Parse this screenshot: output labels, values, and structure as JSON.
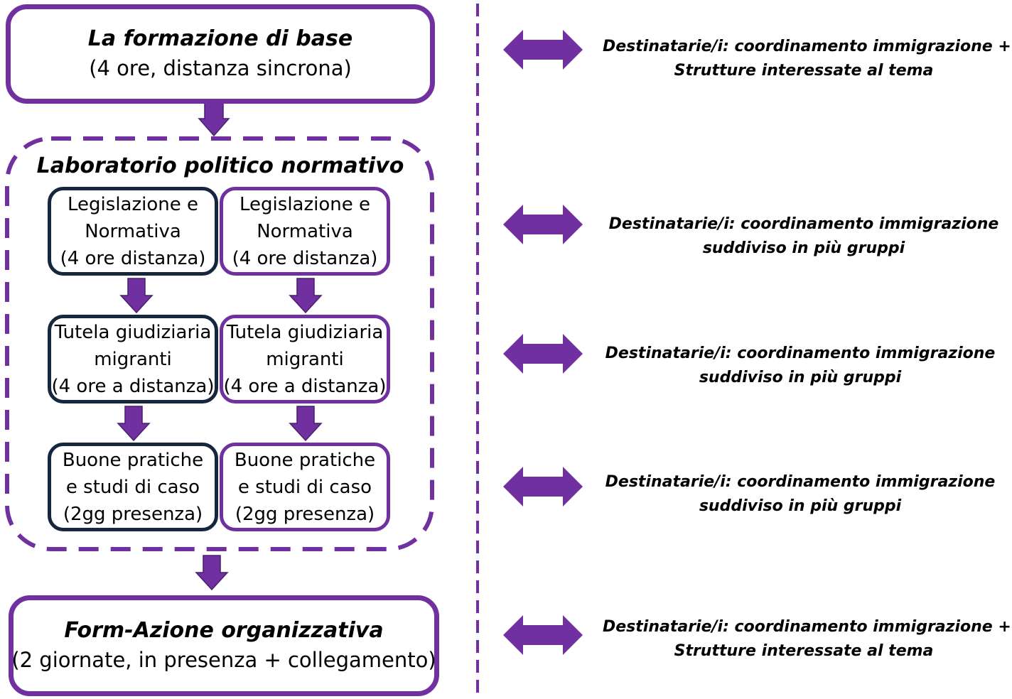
{
  "flow": {
    "base": {
      "title": "La formazione di base",
      "subtitle": "(4 ore, distanza sincrona)"
    },
    "lab": {
      "title": "Laboratorio politico normativo",
      "left_column": [
        {
          "lines": [
            "Legislazione e",
            "Normativa",
            "(4 ore distanza)"
          ]
        },
        {
          "lines": [
            "Tutela giudiziaria",
            "migranti",
            "(4 ore a distanza)"
          ]
        },
        {
          "lines": [
            "Buone pratiche",
            "e studi di caso",
            "(2gg presenza)"
          ]
        }
      ],
      "right_column": [
        {
          "lines": [
            "Legislazione e",
            "Normativa",
            "(4 ore distanza)"
          ]
        },
        {
          "lines": [
            "Tutela giudiziaria",
            "migranti",
            "(4 ore a distanza)"
          ]
        },
        {
          "lines": [
            "Buone pratiche",
            "e studi di caso",
            "(2gg presenza)"
          ]
        }
      ]
    },
    "form_azione": {
      "title": "Form-Azione organizzativa",
      "subtitle": "(2 giornate, in presenza + collegamento)"
    }
  },
  "recipients": [
    {
      "line1": "Destinatarie/i: coordinamento immigrazione +",
      "line2": "Strutture interessate al tema"
    },
    {
      "line1": "Destinatarie/i: coordinamento immigrazione",
      "line2": "suddiviso in più gruppi"
    },
    {
      "line1": "Destinatarie/i: coordinamento immigrazione",
      "line2": "suddiviso in più gruppi"
    },
    {
      "line1": "Destinatarie/i: coordinamento immigrazione",
      "line2": "suddiviso in più gruppi"
    },
    {
      "line1": "Destinatarie/i: coordinamento immigrazione +",
      "line2": "Strutture interessate al tema"
    }
  ],
  "colors": {
    "accent": "#7030a0",
    "navy": "#15263d",
    "text": "#000000",
    "background": "#ffffff"
  },
  "icons": {
    "flow_arrow": "arrow-down-icon",
    "link_arrow": "double-arrow-icon"
  }
}
